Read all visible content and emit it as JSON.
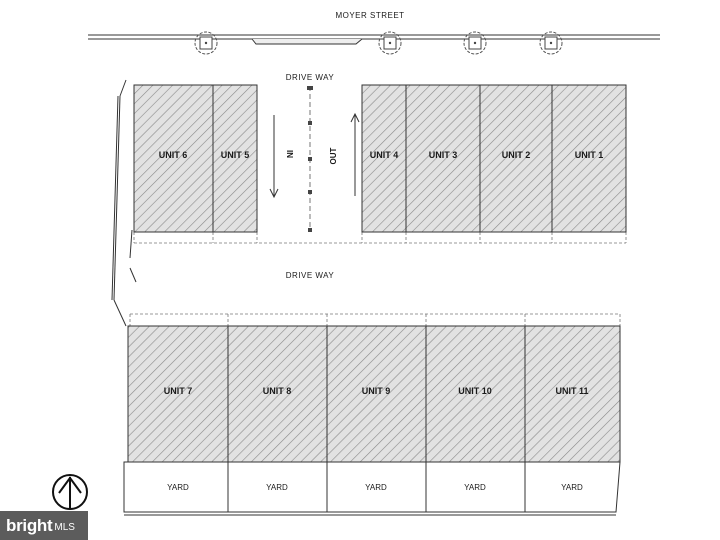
{
  "street": {
    "name": "MOYER STREET"
  },
  "driveways": {
    "top_label": "DRIVE WAY",
    "middle_label": "DRIVE WAY",
    "in_label": "IN",
    "out_label": "OUT"
  },
  "top_units": [
    "UNIT 6",
    "UNIT 5",
    "UNIT 4",
    "UNIT 3",
    "UNIT 2",
    "UNIT 1"
  ],
  "bottom_units": [
    "UNIT 7",
    "UNIT 8",
    "UNIT 9",
    "UNIT 10",
    "UNIT 11"
  ],
  "yards": [
    "YARD",
    "YARD",
    "YARD",
    "YARD",
    "YARD"
  ],
  "watermark": {
    "brand": "bright",
    "suffix": "MLS"
  },
  "colors": {
    "line": "#333333",
    "hatch": "#8a8a8a",
    "unit_fill": "#e2e2e2",
    "watermark_bg": "#5c5c5c"
  },
  "icons": {
    "trees": "tree-icon",
    "north_arrow": "north-arrow-icon"
  }
}
